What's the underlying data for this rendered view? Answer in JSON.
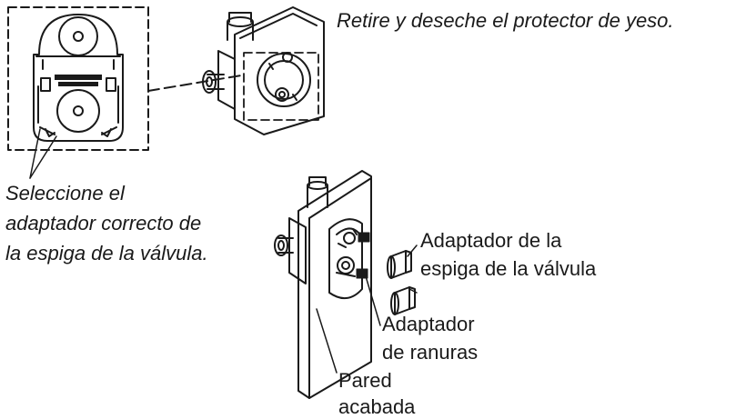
{
  "labels": {
    "remove_plaster_guard": "Retire y deseche el protector de yeso.",
    "select_adapter": [
      "Seleccione el",
      "adaptador correcto de",
      "la espiga de la válvula."
    ],
    "stem_adapter": [
      "Adaptador de la",
      "espiga de la válvula"
    ],
    "spline_adapter": [
      "Adaptador",
      "de ranuras"
    ],
    "finished_wall": [
      "Pared",
      "acabada"
    ]
  }
}
